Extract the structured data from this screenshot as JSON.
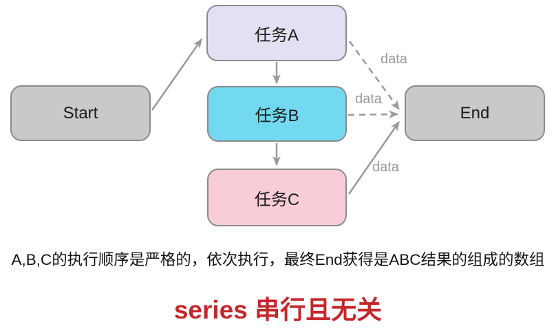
{
  "diagram": {
    "nodes": {
      "start": {
        "label": "Start",
        "fill": "#c9c9c9"
      },
      "task_a": {
        "label": "任务A",
        "fill": "#e3e0f3"
      },
      "task_b": {
        "label": "任务B",
        "fill": "#73d9f1"
      },
      "task_c": {
        "label": "任务C",
        "fill": "#f9cdd8"
      },
      "end": {
        "label": "End",
        "fill": "#c9c9c9"
      }
    },
    "edge_labels": {
      "a_to_end": "data",
      "b_to_end": "data",
      "c_to_end": "data"
    },
    "colors": {
      "node_border": "#8b8b8b",
      "arrow": "#999999",
      "edge_label": "#999999"
    }
  },
  "caption": "A,B,C的执行顺序是严格的，依次执行，最终End获得是ABC结果的组成的数组",
  "title": {
    "text": "series 串行且无关",
    "color": "#c3282d"
  }
}
